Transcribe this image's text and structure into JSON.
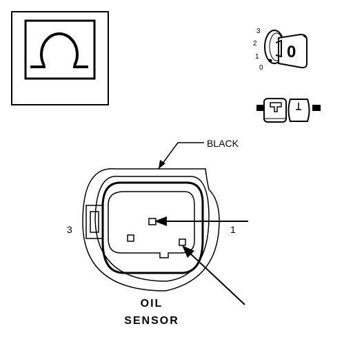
{
  "ignition_key": {
    "positions": [
      "3",
      "2",
      "1",
      "0"
    ],
    "key_glyph": "0"
  },
  "wire_color_label": "BLACK",
  "pin_labels": {
    "left": "3",
    "right": "1"
  },
  "component_name": {
    "line1": "OIL",
    "line2": "SENSOR"
  },
  "icons": [
    "ohm-symbol-icon",
    "ignition-key-icon",
    "connector-plug-icon"
  ],
  "colors": {
    "ink": "#000000",
    "background": "#ffffff"
  }
}
